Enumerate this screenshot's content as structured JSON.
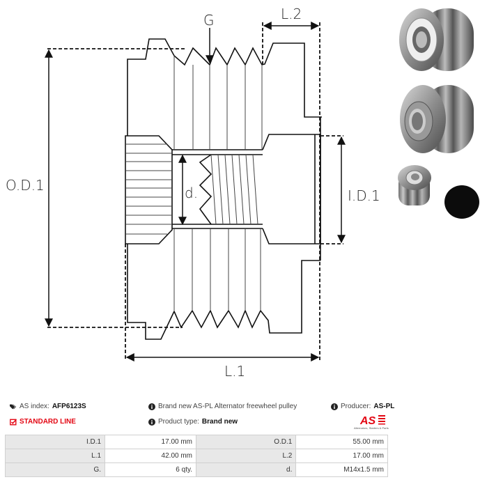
{
  "diagram": {
    "title": "Alternator freewheel pulley dimension drawing",
    "labels": {
      "groove": "G",
      "length2": "L.2",
      "outer_diameter": "O.D.1",
      "inner_diameter": "I.D.1",
      "thread": "d.",
      "length1": "L.1"
    }
  },
  "photos": {
    "items": [
      {
        "name": "pulley-front-view"
      },
      {
        "name": "pulley-rear-view"
      },
      {
        "name": "pulley-angled-view"
      },
      {
        "name": "pulley-cap"
      }
    ]
  },
  "info": {
    "as_index_label": "AS index:",
    "as_index_value": "AFP6123S",
    "standard_line": "STANDARD LINE",
    "description": "Brand new AS-PL Alternator freewheel pulley",
    "product_type_label": "Product type:",
    "product_type_value": "Brand new",
    "producer_label": "Producer:",
    "producer_value": "AS-PL",
    "logo_text": "AS",
    "logo_tagline": "Alternators, Starters & Parts",
    "accent_color": "#e30613"
  },
  "specs": {
    "rows": [
      {
        "label1": "I.D.1",
        "value1": "17.00 mm",
        "label2": "O.D.1",
        "value2": "55.00 mm"
      },
      {
        "label1": "L.1",
        "value1": "42.00 mm",
        "label2": "L.2",
        "value2": "17.00 mm"
      },
      {
        "label1": "G.",
        "value1": "6 qty.",
        "label2": "d.",
        "value2": "M14x1.5 mm"
      }
    ]
  }
}
